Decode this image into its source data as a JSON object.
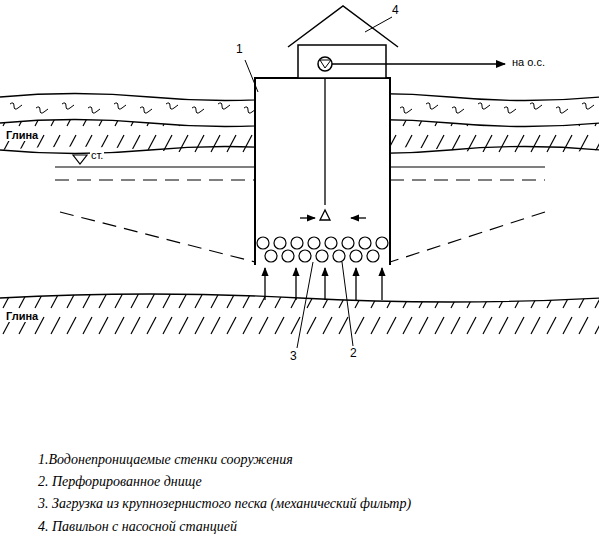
{
  "diagram": {
    "labels": [
      "1",
      "4",
      "на о.с.",
      "Глина",
      "ст.",
      "Глина",
      "3",
      "2",
      "1.Водонепроницаемые стенки сооружения",
      "2. Перфорированное днище",
      "3. Загрузка из крупнозернистого песка (механический фильтр)",
      "4. Павильон с насосной станцией"
    ]
  }
}
